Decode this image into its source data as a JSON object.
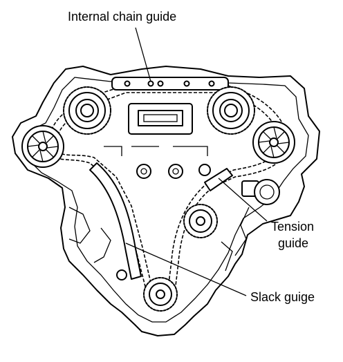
{
  "diagram": {
    "labels": {
      "internal_chain_guide": "Internal chain guide",
      "tension_guide_line1": "Tension",
      "tension_guide_line2": "guide",
      "slack_guide": "Slack guige"
    },
    "colors": {
      "ink": "#000000",
      "paper": "#ffffff"
    }
  }
}
